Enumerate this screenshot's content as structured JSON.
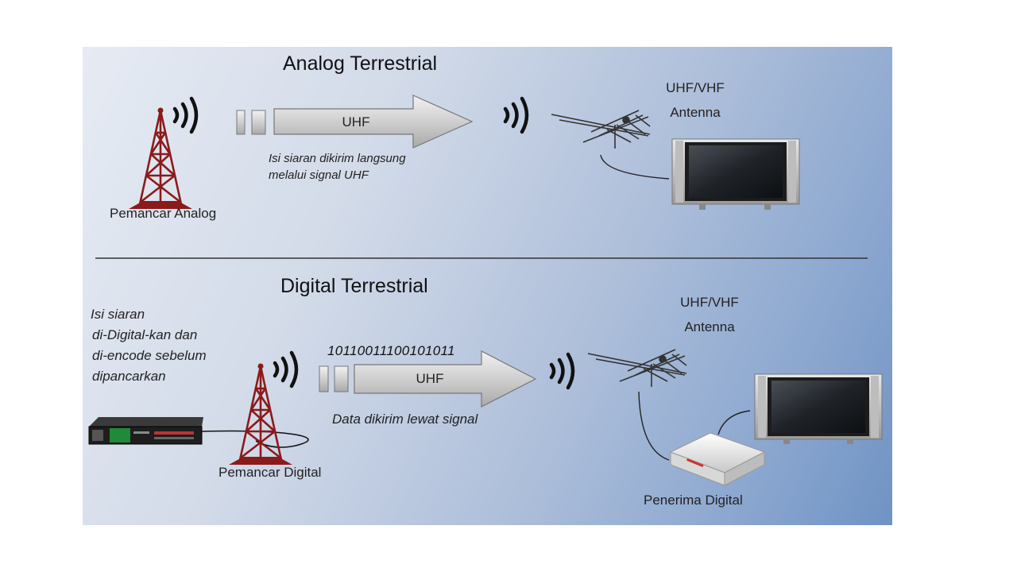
{
  "analog": {
    "title": "Analog Terrestrial",
    "signal_label": "UHF",
    "caption_line1": "Isi siaran dikirim langsung",
    "caption_line2": "melalui signal UHF",
    "transmitter_label": "Pemancar Analog",
    "antenna_line1": "UHF/VHF",
    "antenna_line2": "Antenna"
  },
  "digital": {
    "title": "Digital Terrestrial",
    "note_line1": "Isi siaran",
    "note_line2": "di-Digital-kan dan",
    "note_line3": "di-encode sebelum",
    "note_line4": "dipancarkan",
    "bits": "10110011100101011",
    "signal_label": "UHF",
    "caption": "Data dikirim  lewat signal",
    "transmitter_label": "Pemancar Digital",
    "antenna_line1": "UHF/VHF",
    "antenna_line2": "Antenna",
    "receiver_label": "Penerima Digital"
  },
  "colors": {
    "tower": "#8b1a1a",
    "arrow_fill": "#cfcfcf",
    "divider": "#333333"
  }
}
